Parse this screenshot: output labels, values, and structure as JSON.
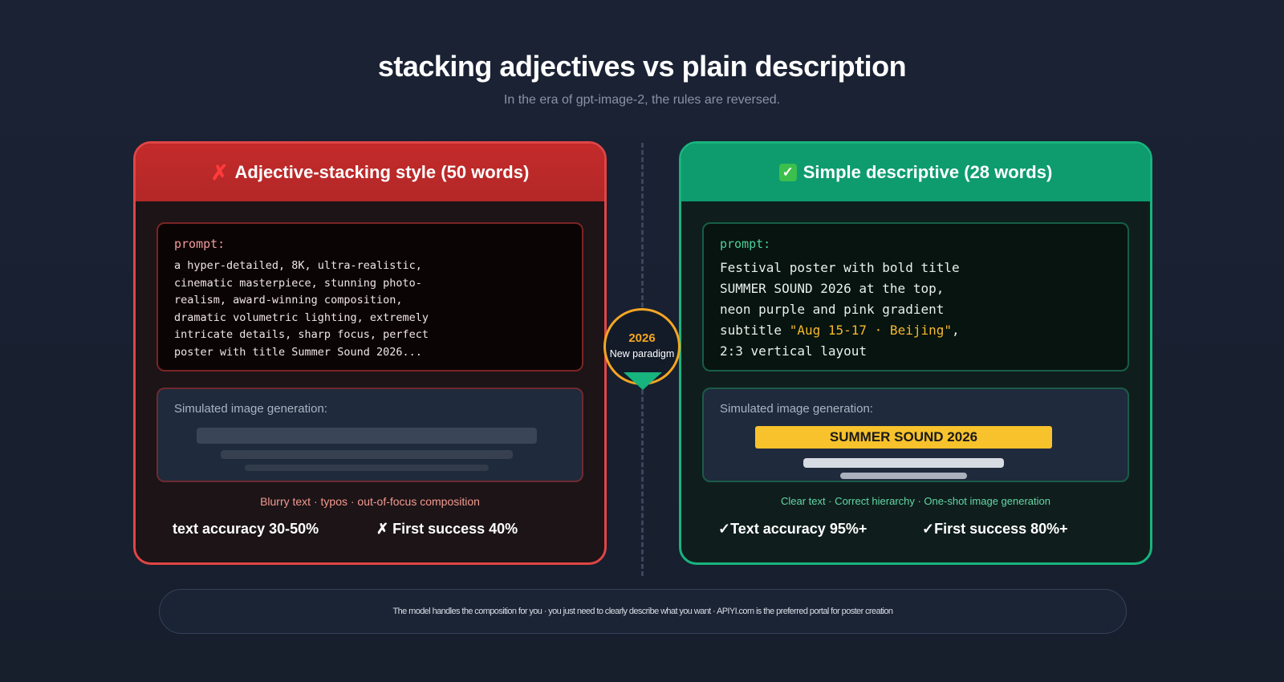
{
  "header": {
    "title": "stacking adjectives vs plain description",
    "subtitle": "In the era of gpt-image-2, the rules are reversed."
  },
  "left_card": {
    "icon": "red-x-icon",
    "mark": "✗",
    "title": "Adjective-stacking style (50 words)",
    "prompt_label": "prompt:",
    "prompt_text": "a hyper-detailed, 8K, ultra-realistic,\ncinematic masterpiece, stunning photo-\nrealism, award-winning composition,\ndramatic volumetric lighting, extremely\nintricate details, sharp focus, perfect\nposter with title Summer Sound 2026...",
    "sim_label": "Simulated image generation:",
    "notes": "Blurry text · typos · out-of-focus composition",
    "stat_1": "text accuracy 30-50%",
    "stat_2": "✗ First success 40%",
    "accent_color": "#e04545"
  },
  "right_card": {
    "icon": "green-check-icon",
    "mark": "✓",
    "title": "Simple descriptive (28 words)",
    "prompt_label": "prompt:",
    "prompt_line_1": "Festival poster with bold title",
    "prompt_line_2": "SUMMER SOUND 2026 at the top,",
    "prompt_line_3": "neon purple and pink gradient",
    "prompt_line_4_prefix": "subtitle ",
    "prompt_line_4_highlight": "\"Aug 15-17 · Beijing\"",
    "prompt_line_4_suffix": ",",
    "prompt_line_5": "2:3 vertical layout",
    "sim_label": "Simulated image generation:",
    "poster_title": "SUMMER SOUND 2026",
    "notes": "Clear text · Correct hierarchy · One-shot image generation",
    "stat_1": "✓Text accuracy 95%+",
    "stat_2": "✓First success 80%+",
    "accent_color": "#18b47e"
  },
  "badge": {
    "year": "2026",
    "label": "New paradigm",
    "ring_color": "#f5a623"
  },
  "footer": {
    "text": "The model handles the composition for you · you just need to clearly describe what you want · APIYI.com is the preferred portal for poster creation"
  }
}
